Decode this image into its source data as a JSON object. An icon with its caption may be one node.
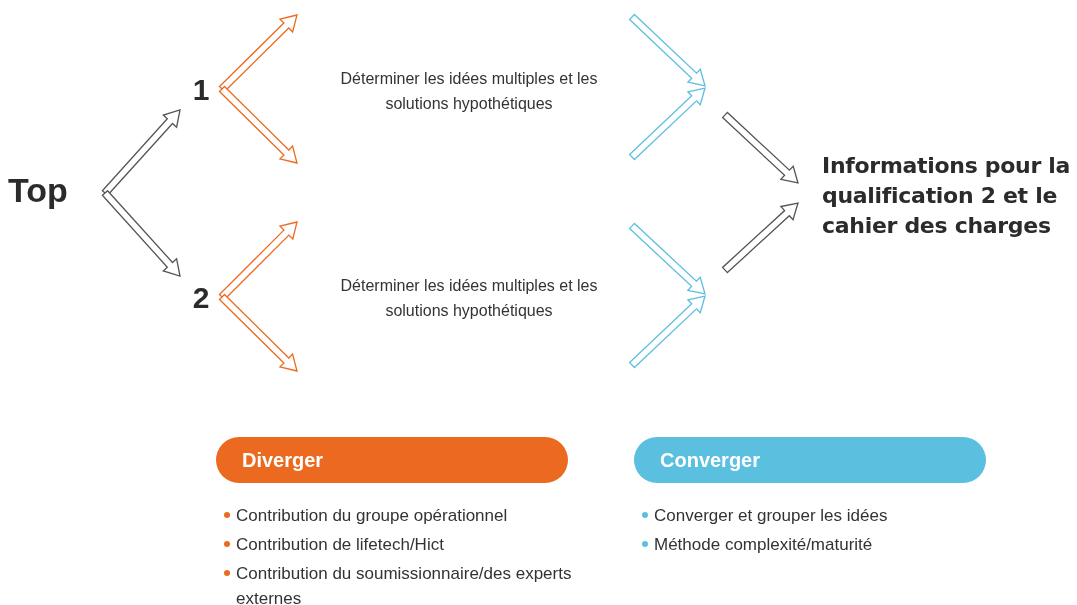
{
  "diagram": {
    "nodes": [
      {
        "text": [
          "Top"
        ]
      },
      {
        "text": [
          "1"
        ]
      },
      {
        "text": [
          "2"
        ]
      },
      {
        "text": [
          "Déterminer les idées multiples et les solutions hypothétiques"
        ]
      },
      {
        "text": [
          "Déterminer les idées multiples et les solutions hypothétiques"
        ]
      },
      {
        "text": [
          "Informations pour la qualification 2 et le cahier des charges"
        ]
      },
      {
        "text": [
          "Diverger"
        ]
      },
      {
        "text": [
          "Converger"
        ]
      }
    ],
    "edges": [
      {
        "from": 0,
        "to": 1,
        "arrow": "to",
        "color": "#555555"
      },
      {
        "from": 0,
        "to": 2,
        "arrow": "to",
        "color": "#555555"
      },
      {
        "from": 1,
        "to": null,
        "arrow": "to",
        "color": "#ec6a1f"
      },
      {
        "from": 1,
        "to": null,
        "arrow": "to",
        "color": "#ec6a1f"
      },
      {
        "from": 2,
        "to": null,
        "arrow": "to",
        "color": "#ec6a1f"
      },
      {
        "from": 2,
        "to": null,
        "arrow": "to",
        "color": "#ec6a1f"
      },
      {
        "from": null,
        "to": 5,
        "arrow": "to",
        "color": "#555555"
      },
      {
        "from": null,
        "to": 5,
        "arrow": "to",
        "color": "#555555"
      }
    ],
    "labels": [
      "Contribution du groupe opérationnel",
      "Contribution de lifetech/Hict",
      "Contribution du soumissionnaire/des experts externes",
      "Converger et grouper les idées",
      "Méthode complexité/maturité"
    ]
  }
}
